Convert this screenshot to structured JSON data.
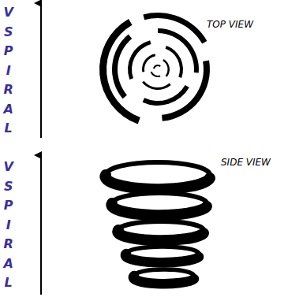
{
  "diagram": {
    "labels": [
      "VSPIRAL",
      "TOP VIEW",
      "VSPIRAL",
      "SIDE VIEW"
    ]
  }
}
